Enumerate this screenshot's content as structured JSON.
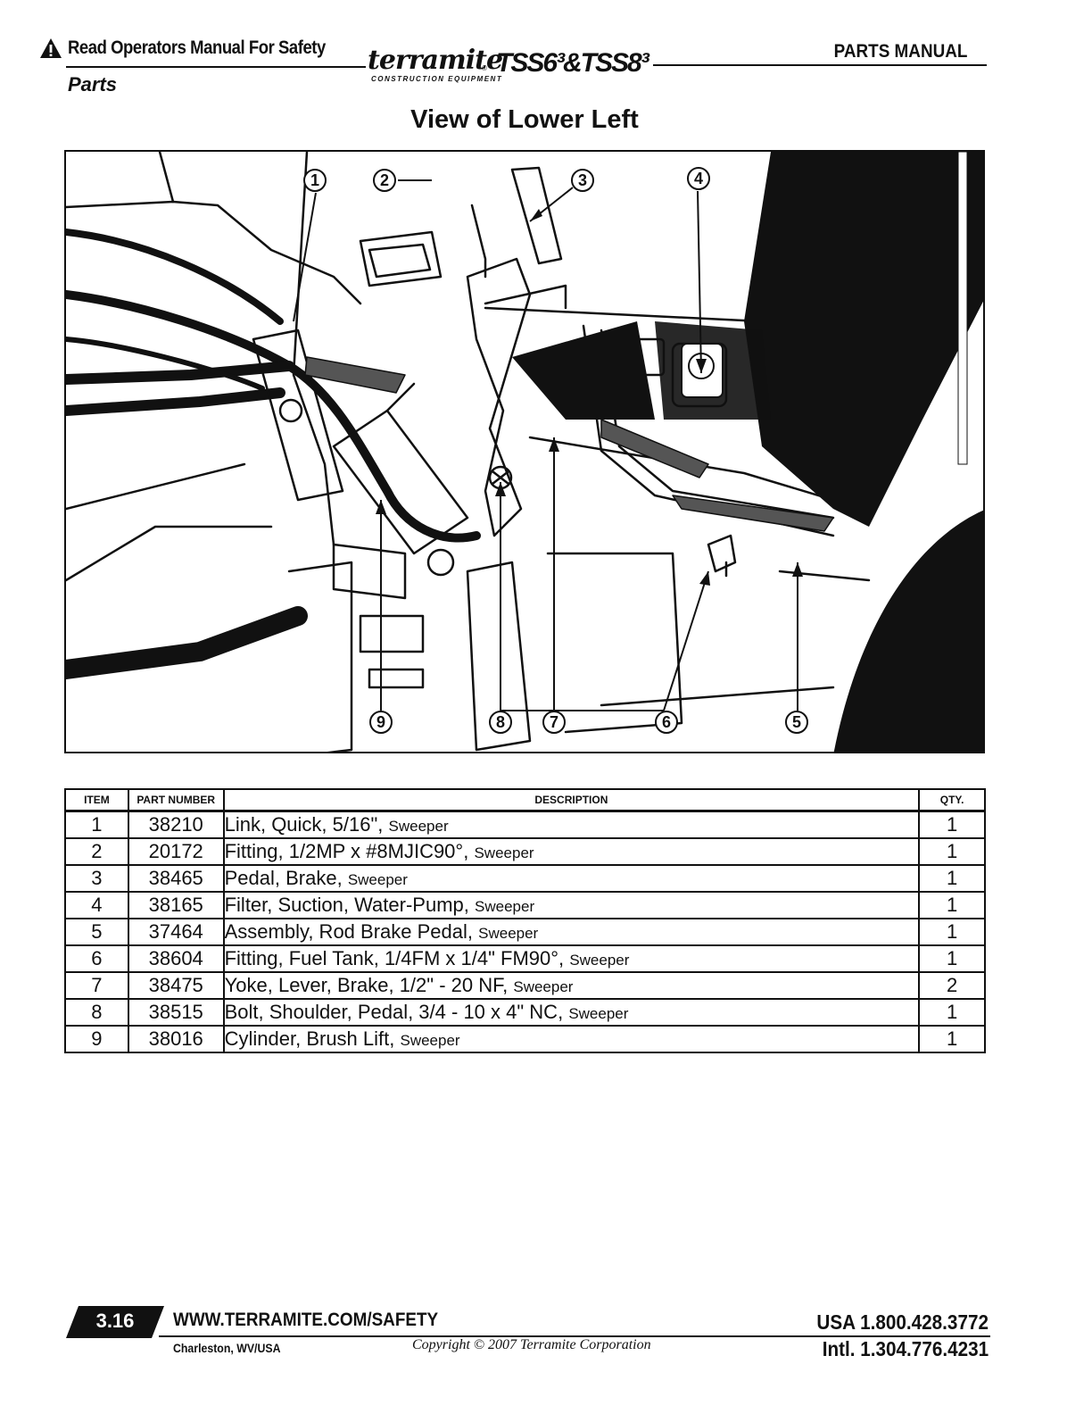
{
  "header": {
    "safety_text": "Read Operators Manual For Safety",
    "section": "Parts",
    "brand_name": "terramite",
    "brand_reg": "®",
    "brand_sub": "CONSTRUCTION EQUIPMENT",
    "models": "TSS6³&TSS8³",
    "manual_label": "PARTS MANUAL"
  },
  "view_title": "View of Lower Left",
  "callouts": [
    "1",
    "2",
    "3",
    "4",
    "5",
    "6",
    "7",
    "8",
    "9"
  ],
  "table": {
    "headers": {
      "item": "ITEM",
      "part": "PART NUMBER",
      "desc": "DESCRIPTION",
      "qty": "QTY."
    },
    "rows": [
      {
        "item": "1",
        "part": "38210",
        "desc": "Link, Quick, 5/16\",",
        "suffix": "Sweeper",
        "qty": "1"
      },
      {
        "item": "2",
        "part": "20172",
        "desc": "Fitting, 1/2MP x #8MJIC90°,",
        "suffix": "Sweeper",
        "qty": "1"
      },
      {
        "item": "3",
        "part": "38465",
        "desc": "Pedal, Brake,",
        "suffix": "Sweeper",
        "qty": "1"
      },
      {
        "item": "4",
        "part": "38165",
        "desc": "Filter, Suction, Water-Pump,",
        "suffix": "Sweeper",
        "qty": "1"
      },
      {
        "item": "5",
        "part": "37464",
        "desc": "Assembly, Rod Brake Pedal,",
        "suffix": "Sweeper",
        "qty": "1"
      },
      {
        "item": "6",
        "part": "38604",
        "desc": "Fitting, Fuel Tank, 1/4FM x 1/4\" FM90°,",
        "suffix": "Sweeper",
        "qty": "1"
      },
      {
        "item": "7",
        "part": "38475",
        "desc": "Yoke, Lever, Brake, 1/2\" - 20 NF,",
        "suffix": "Sweeper",
        "qty": "2"
      },
      {
        "item": "8",
        "part": "38515",
        "desc": "Bolt, Shoulder, Pedal, 3/4 - 10 x 4\" NC,",
        "suffix": "Sweeper",
        "qty": "1"
      },
      {
        "item": "9",
        "part": "38016",
        "desc": "Cylinder, Brush Lift,",
        "suffix": "Sweeper",
        "qty": "1"
      }
    ]
  },
  "footer": {
    "page": "3.16",
    "url": "WWW.TERRAMITE.COM/SAFETY",
    "city": "Charleston, WV/USA",
    "copyright": "Copyright © 2007 Terramite Corporation",
    "usa_phone": "USA 1.800.428.3772",
    "intl_phone": "Intl. 1.304.776.4231"
  }
}
